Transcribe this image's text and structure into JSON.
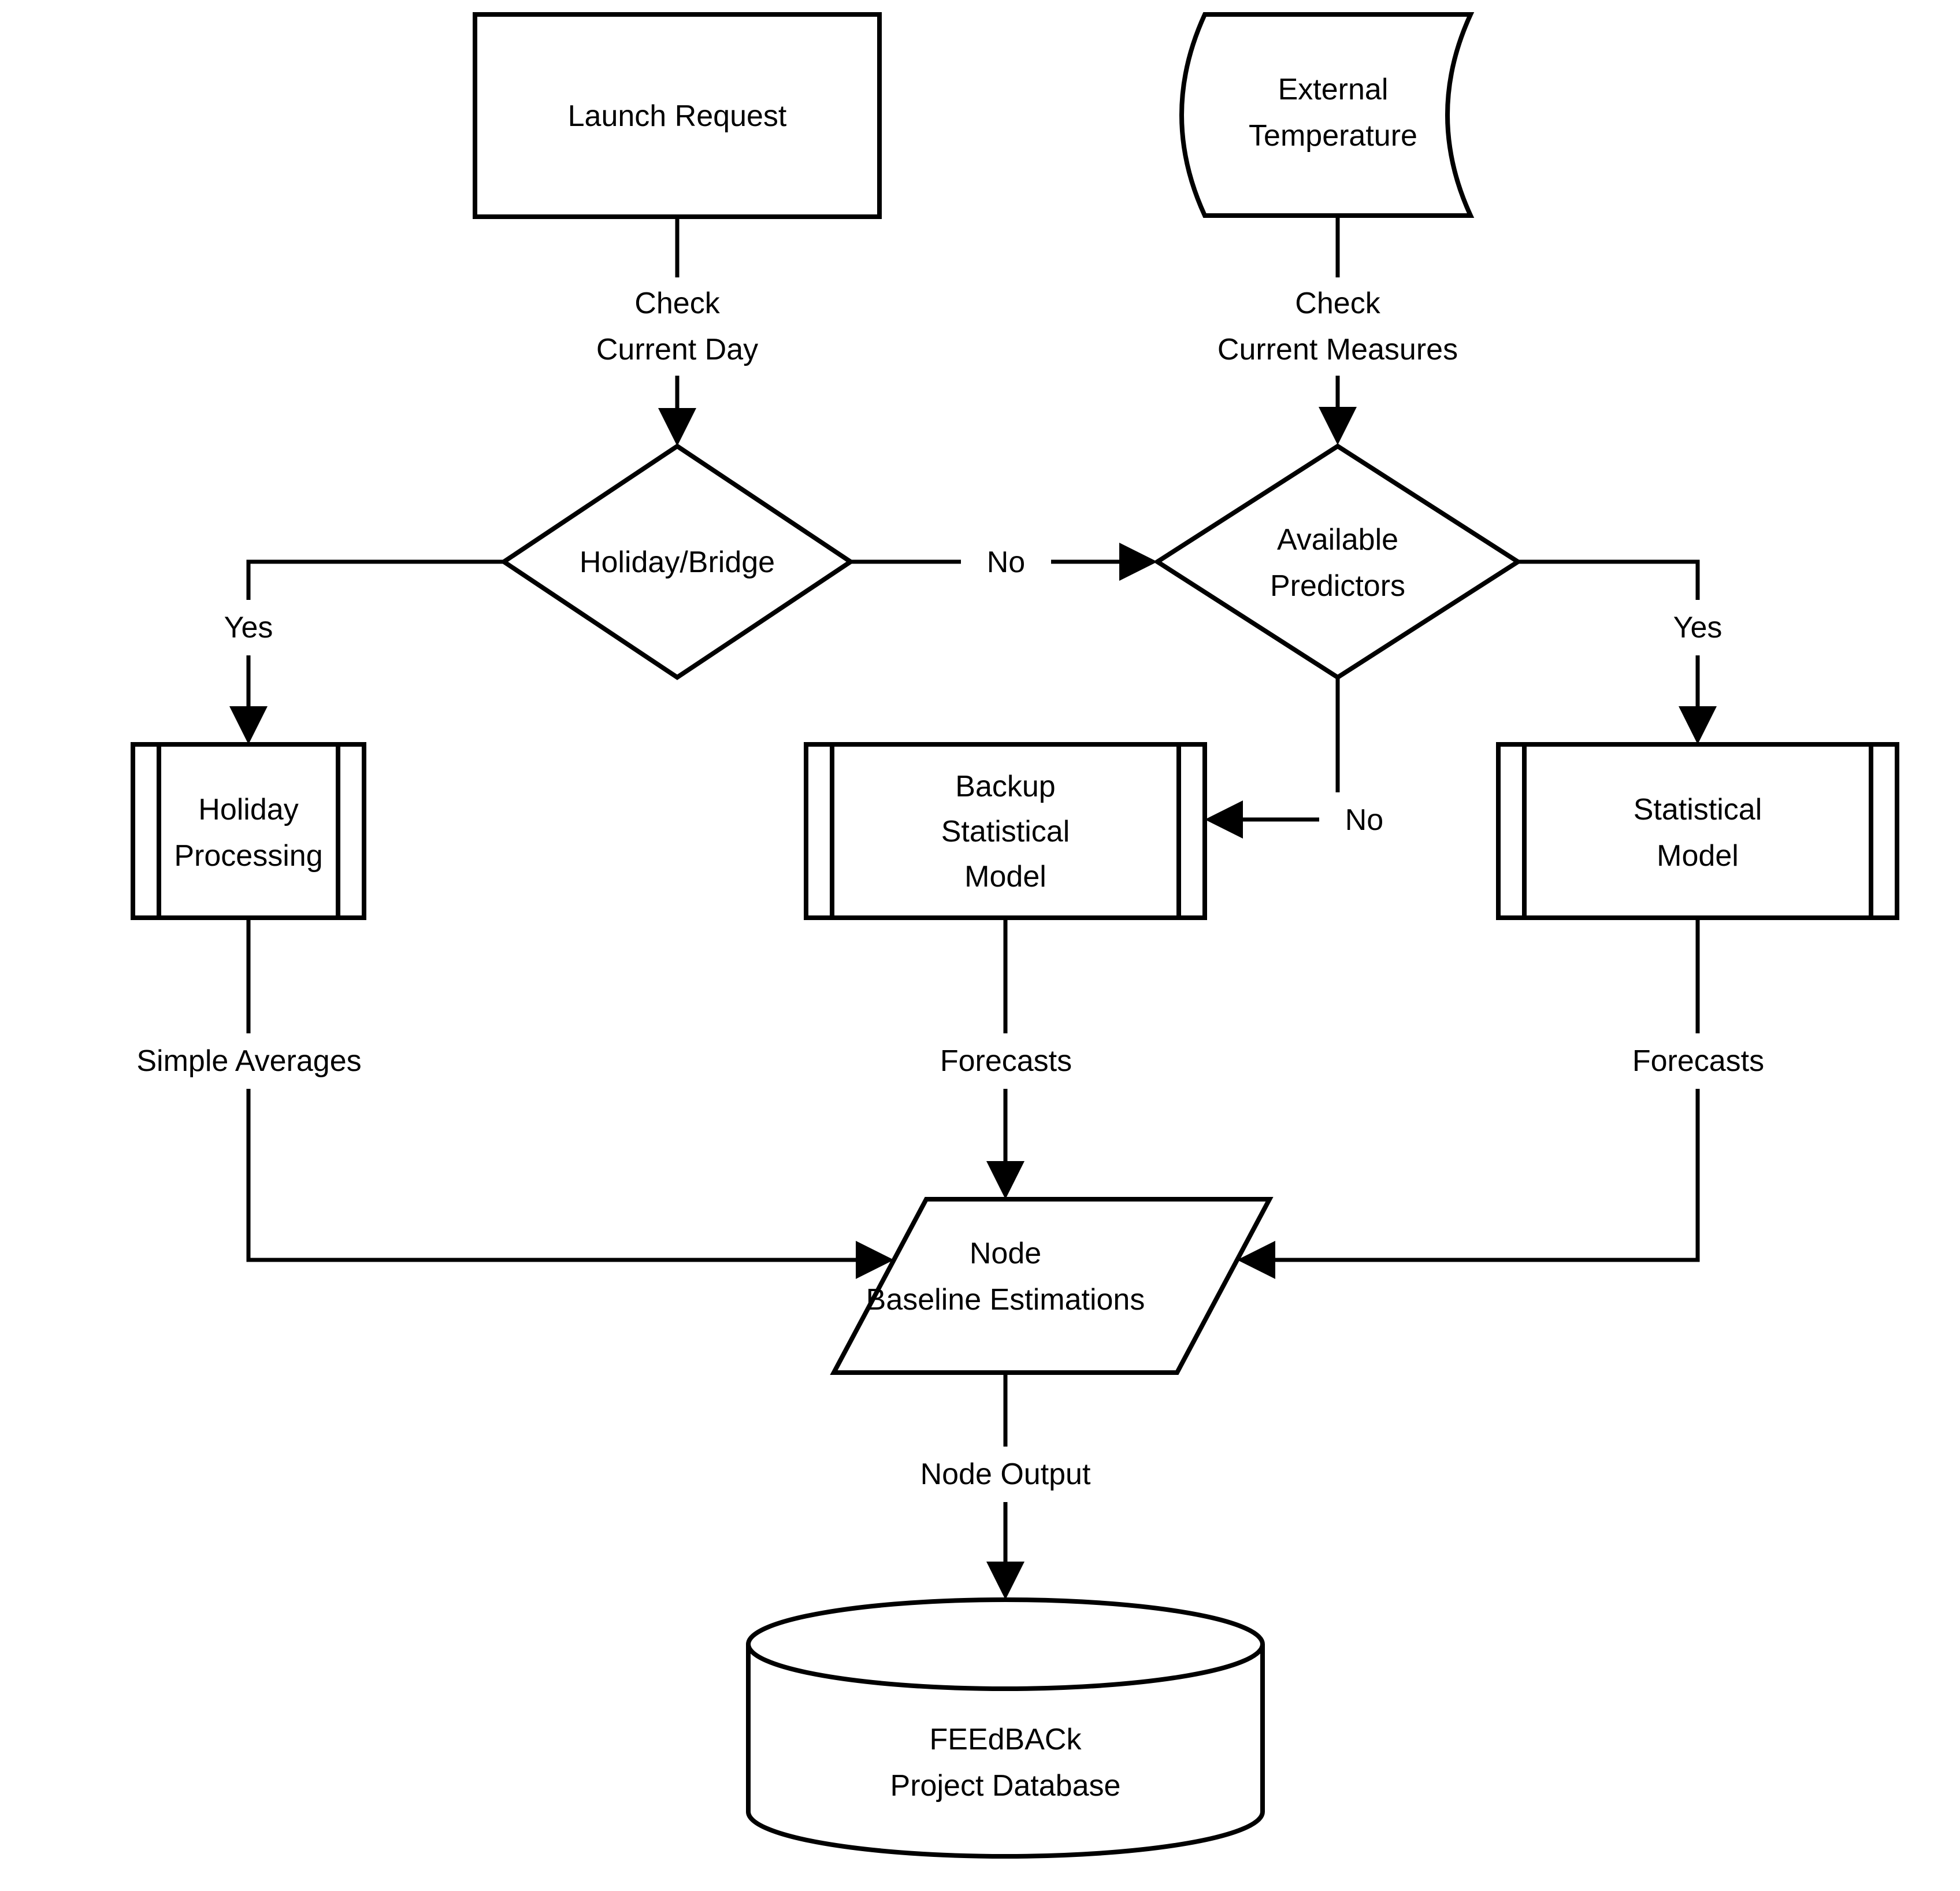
{
  "diagram": {
    "title_hint": "Forecast node flowchart",
    "colors": {
      "background": "#ffffff",
      "stroke": "#000000",
      "text": "#000000"
    },
    "nodes": {
      "launch_request": {
        "type": "process",
        "lines": [
          "Launch Request"
        ]
      },
      "external_temperature": {
        "type": "stored-data",
        "lines": [
          "External",
          "Temperature"
        ]
      },
      "holiday_bridge": {
        "type": "decision",
        "lines": [
          "Holiday/Bridge"
        ]
      },
      "available_predictors": {
        "type": "decision",
        "lines": [
          "Available",
          "Predictors"
        ]
      },
      "holiday_processing": {
        "type": "predefined-process",
        "lines": [
          "Holiday",
          "Processing"
        ]
      },
      "backup_statistical_model": {
        "type": "predefined-process",
        "lines": [
          "Backup",
          "Statistical",
          "Model"
        ]
      },
      "statistical_model": {
        "type": "predefined-process",
        "lines": [
          "Statistical",
          "Model"
        ]
      },
      "node_baseline_estimations": {
        "type": "input-output",
        "lines": [
          "Node",
          "Baseline Estimations"
        ]
      },
      "feedback_project_database": {
        "type": "database",
        "lines": [
          "FEEdBACk",
          "Project Database"
        ]
      }
    },
    "edge_labels": {
      "check_current_day": {
        "lines": [
          "Check",
          "Current Day"
        ]
      },
      "check_current_measures": {
        "lines": [
          "Check",
          "Current Measures"
        ]
      },
      "yes_left": "Yes",
      "no_between_decisions": "No",
      "yes_right": "Yes",
      "no_to_backup": "No",
      "simple_averages": "Simple Averages",
      "forecasts_backup": "Forecasts",
      "forecasts_statistical": "Forecasts",
      "node_output": "Node Output"
    }
  }
}
